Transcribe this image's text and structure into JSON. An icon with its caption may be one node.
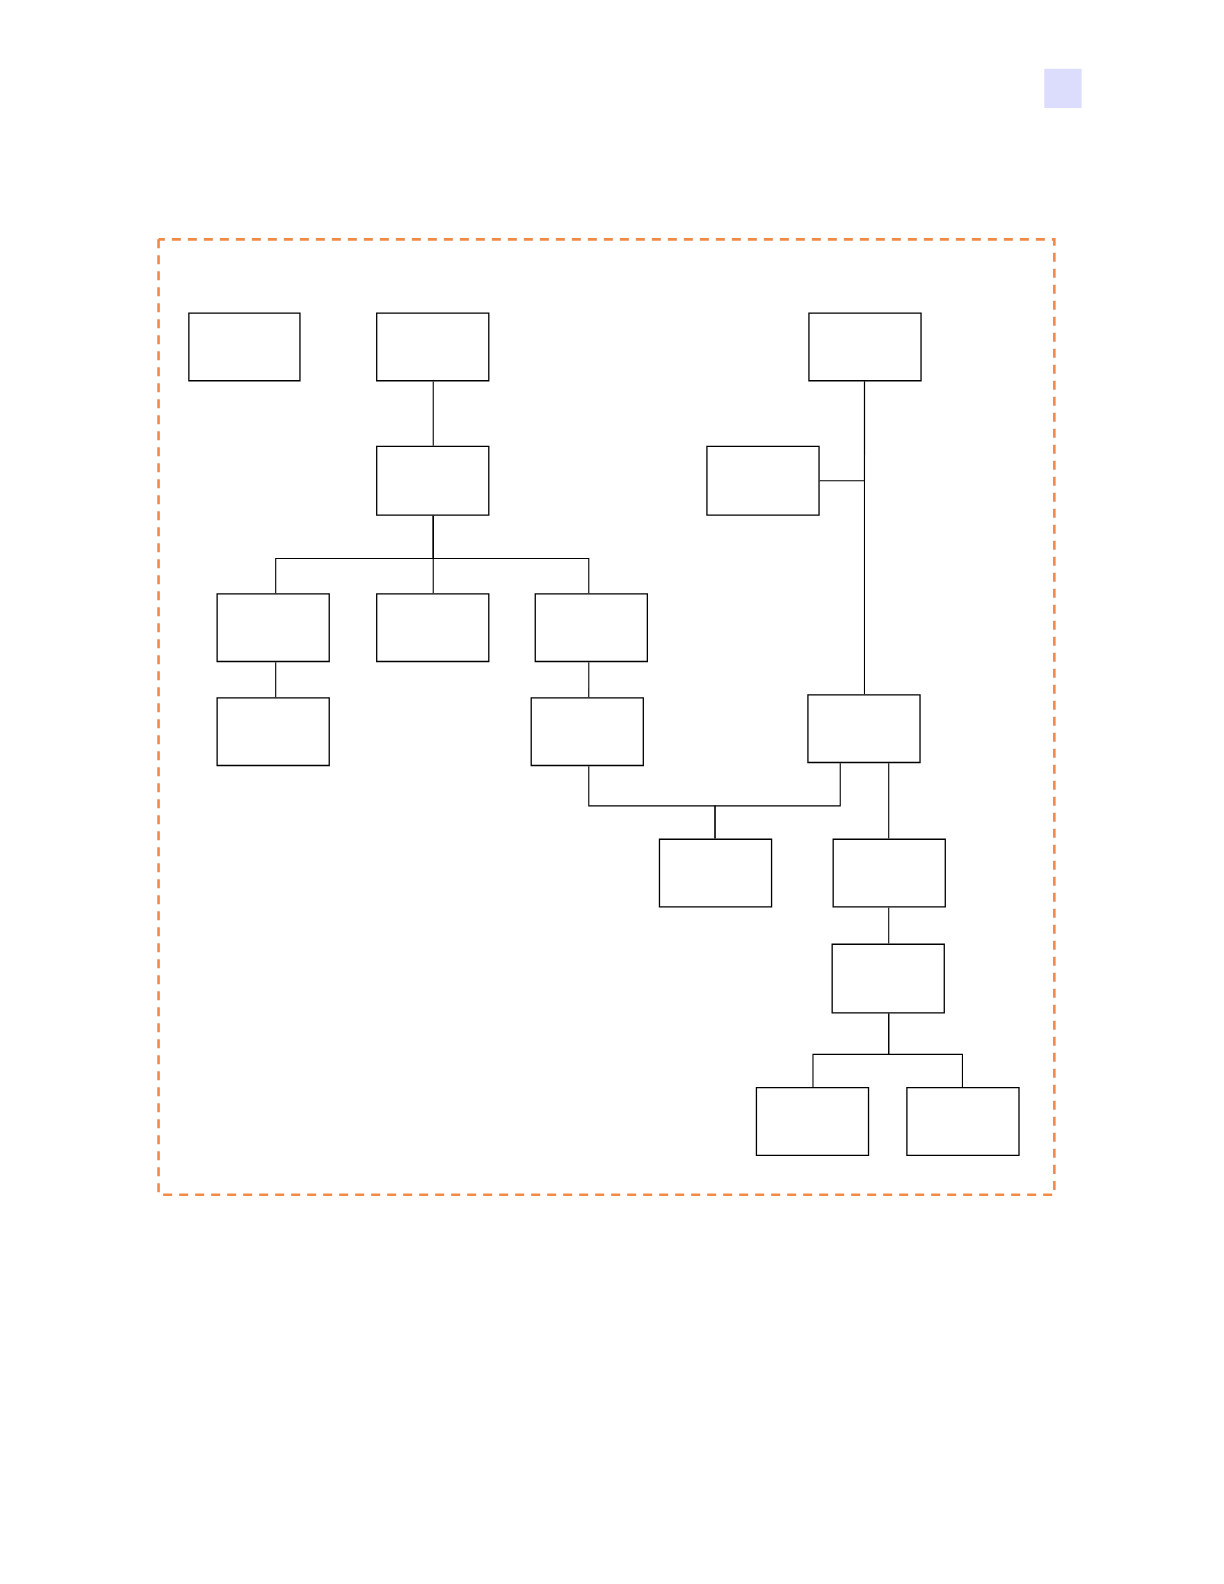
{
  "diagram": {
    "nodes": [
      {
        "text": [],
        "shape": "box"
      },
      {
        "text": [],
        "shape": "box"
      },
      {
        "text": [],
        "shape": "box"
      },
      {
        "text": [],
        "shape": "box"
      },
      {
        "text": [],
        "shape": "box"
      },
      {
        "text": [],
        "shape": "box"
      },
      {
        "text": [],
        "shape": "box"
      },
      {
        "text": [],
        "shape": "box"
      },
      {
        "text": [],
        "shape": "box"
      },
      {
        "text": [],
        "shape": "box"
      },
      {
        "text": [],
        "shape": "box"
      },
      {
        "text": [],
        "shape": "box"
      },
      {
        "text": [],
        "shape": "box"
      },
      {
        "text": [],
        "shape": "box"
      },
      {
        "text": [],
        "shape": "box"
      },
      {
        "text": [],
        "shape": "box"
      }
    ],
    "edges": [
      {
        "from": 1,
        "to": 3,
        "arrow": "none"
      },
      {
        "from": 3,
        "to": 5,
        "arrow": "none"
      },
      {
        "from": 3,
        "to": 6,
        "arrow": "none"
      },
      {
        "from": 3,
        "to": 7,
        "arrow": "none"
      },
      {
        "from": 5,
        "to": 8,
        "arrow": "none"
      },
      {
        "from": 7,
        "to": 9,
        "arrow": "none"
      },
      {
        "from": 2,
        "to": 4,
        "arrow": "none"
      },
      {
        "from": 2,
        "to": 10,
        "arrow": "none"
      },
      {
        "from": 9,
        "to": 11,
        "arrow": "none"
      },
      {
        "from": 10,
        "to": 11,
        "arrow": "none"
      },
      {
        "from": 10,
        "to": 12,
        "arrow": "none"
      },
      {
        "from": 12,
        "to": 13,
        "arrow": "none"
      },
      {
        "from": 13,
        "to": 14,
        "arrow": "none"
      },
      {
        "from": 13,
        "to": 15,
        "arrow": "none"
      }
    ]
  }
}
